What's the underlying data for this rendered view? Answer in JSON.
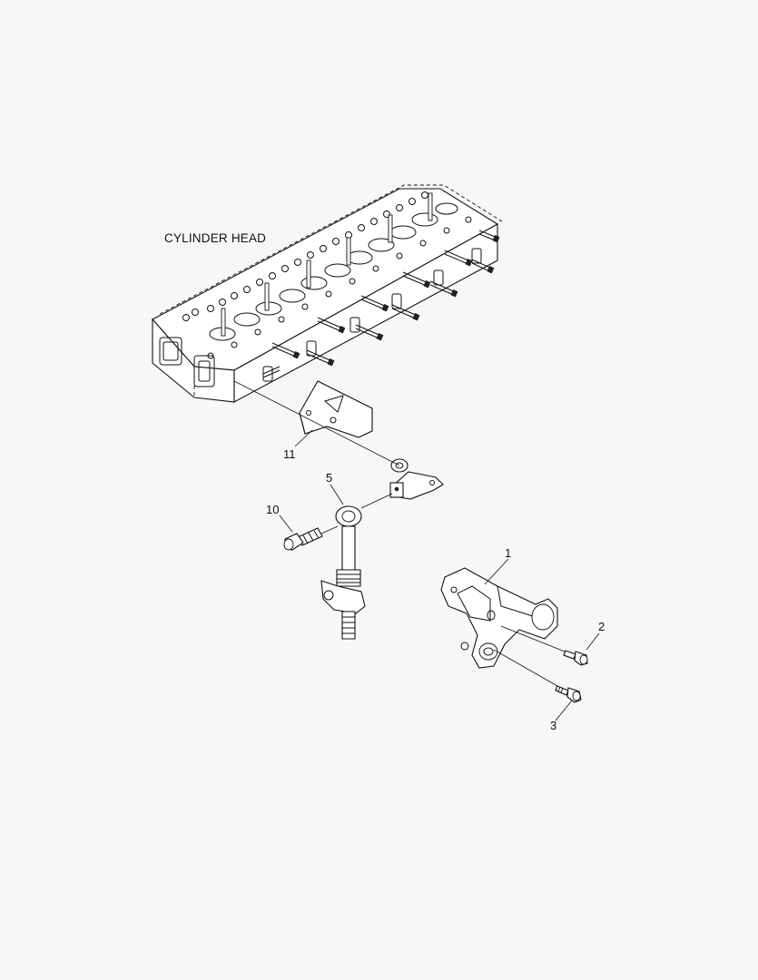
{
  "diagram": {
    "assembly_label": "CYLINDER HEAD",
    "callouts": [
      {
        "id": "c1",
        "text": "1"
      },
      {
        "id": "c2",
        "text": "2"
      },
      {
        "id": "c3",
        "text": "3"
      },
      {
        "id": "c5",
        "text": "5"
      },
      {
        "id": "c10",
        "text": "10"
      },
      {
        "id": "c11",
        "text": "11"
      }
    ]
  }
}
